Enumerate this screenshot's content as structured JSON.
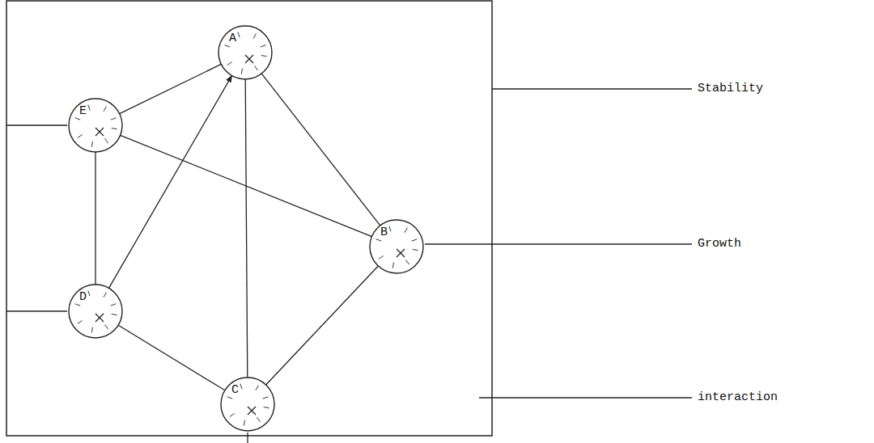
{
  "diagram": {
    "nodes": [
      {
        "text": [
          "A"
        ]
      },
      {
        "text": [
          "E"
        ]
      },
      {
        "text": [
          "B"
        ]
      },
      {
        "text": [
          "D"
        ]
      },
      {
        "text": [
          "C"
        ]
      }
    ],
    "edges": [
      {
        "from": 0,
        "to": 1,
        "arrow": "none"
      },
      {
        "from": 0,
        "to": 2,
        "arrow": "none"
      },
      {
        "from": 1,
        "to": 2,
        "arrow": "none"
      },
      {
        "from": 1,
        "to": 3,
        "arrow": "none"
      },
      {
        "from": 3,
        "to": 0,
        "arrow": "to"
      },
      {
        "from": 0,
        "to": 4,
        "arrow": "none"
      },
      {
        "from": 3,
        "to": 4,
        "arrow": "none"
      },
      {
        "from": 2,
        "to": 4,
        "arrow": "none"
      }
    ],
    "labels": [
      "Stability",
      "Growth",
      "interaction"
    ]
  }
}
